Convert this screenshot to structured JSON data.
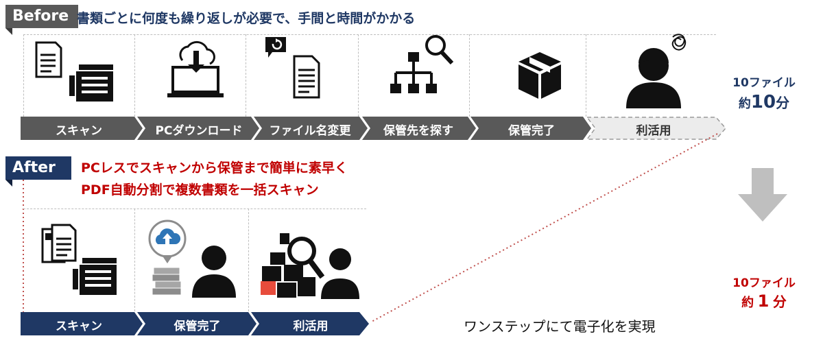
{
  "before": {
    "tag": "Before",
    "headline": "書類ごとに何度も繰り返しが必要で、手間と時間がかかる",
    "steps": [
      "スキャン",
      "PCダウンロード",
      "ファイル名変更",
      "保管先を探す",
      "保管完了",
      "利活用"
    ],
    "files_label": "10ファイル",
    "time_prefix": "約",
    "time_value": "10",
    "time_unit": "分"
  },
  "after": {
    "tag": "After",
    "headline_1": "PCレスでスキャンから保管まで簡単に素早く",
    "headline_2": "PDF自動分割で複数書類を一括スキャン",
    "steps": [
      "スキャン",
      "保管完了",
      "利活用"
    ],
    "files_label": "10ファイル",
    "time_prefix": "約",
    "time_value": "1",
    "time_unit": "分",
    "summary": "ワンステップにて電子化を実現"
  },
  "colors": {
    "before_gray": "#595959",
    "after_navy": "#1f3864",
    "before_text": "#1f3864",
    "after_text": "#c00000",
    "arrow_gray": "#bfbfbf",
    "dotted_red": "#c0504d"
  },
  "icons": {
    "scan": "document-scanner-icon",
    "download": "laptop-cloud-download-icon",
    "rename": "rename-document-icon",
    "search": "folder-tree-search-icon",
    "store": "storage-box-icon",
    "use": "confused-user-icon"
  }
}
